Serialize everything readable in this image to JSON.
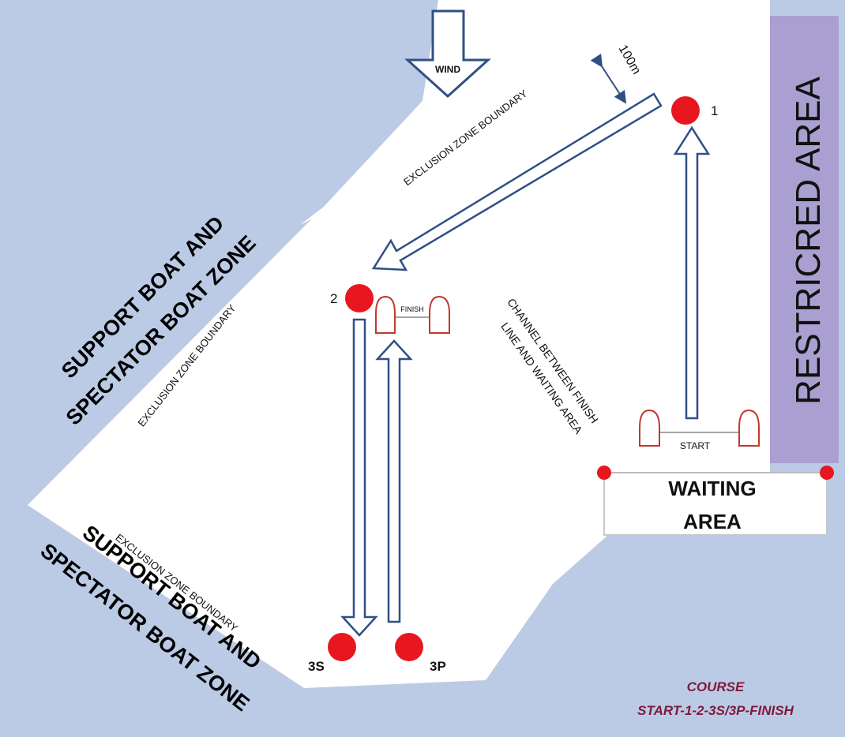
{
  "colors": {
    "water": "#bccbe5",
    "restricted": "#a99fd0",
    "mark": "#e8171f",
    "arrow": "#2f4f86",
    "buoy": "#c0392b",
    "course_text": "#7d1a3c"
  },
  "wind": {
    "label": "WIND"
  },
  "distance": {
    "label": "100m"
  },
  "restricted_area": {
    "label": "RESTRICRED AREA"
  },
  "zones": {
    "upper": {
      "line1": "SUPPORT BOAT AND",
      "line2": "SPECTATOR BOAT ZONE"
    },
    "lower": {
      "line1": "SUPPORT BOAT AND",
      "line2": "SPECTATOR BOAT ZONE"
    }
  },
  "boundaries": {
    "top": "EXCLUSION ZONE BOUNDARY",
    "left": "EXCLUSION ZONE BOUNDARY",
    "bottom": "EXCLUSION ZONE BOUNDARY"
  },
  "channel": {
    "line1": "CHANNEL BETWEEN FINISH",
    "line2": "LINE AND WAITING AREA"
  },
  "waiting_area": {
    "line1": "WAITING",
    "line2": "AREA"
  },
  "lines": {
    "start": "START",
    "finish": "FINISH"
  },
  "marks": {
    "m1": "1",
    "m2": "2",
    "m3s": "3S",
    "m3p": "3P"
  },
  "course": {
    "line1": "COURSE",
    "line2": "START-1-2-3S/3P-FINISH"
  }
}
